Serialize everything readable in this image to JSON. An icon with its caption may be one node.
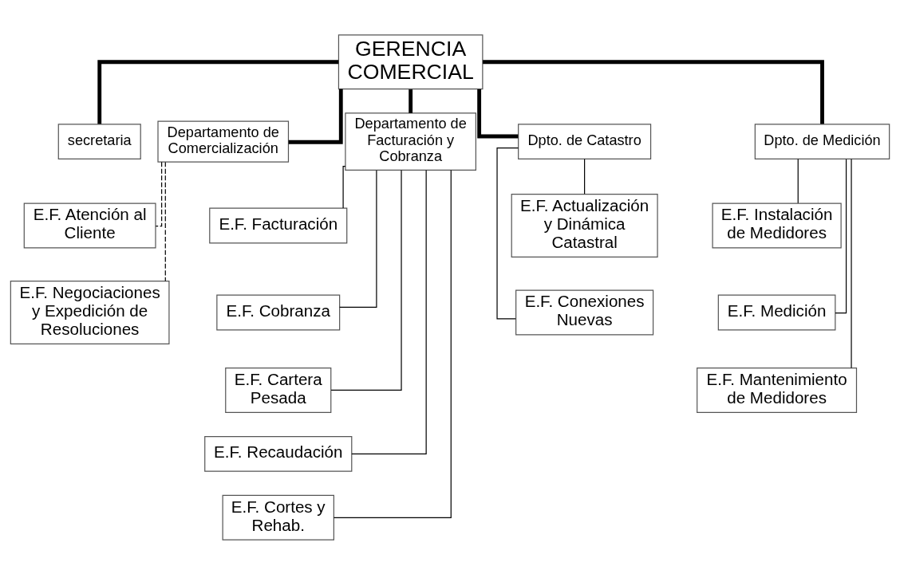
{
  "diagram": {
    "nodes": [
      {
        "text": [
          "GERENCIA COMERCIAL"
        ]
      },
      {
        "text": [
          "secretaria"
        ]
      },
      {
        "text": [
          "Departamento de Comercialización"
        ]
      },
      {
        "text": [
          "Departamento de Facturación y Cobranza"
        ]
      },
      {
        "text": [
          "Dpto. de Catastro"
        ]
      },
      {
        "text": [
          "Dpto. de Medición"
        ]
      },
      {
        "text": [
          "E.F. Atención al Cliente"
        ]
      },
      {
        "text": [
          "E.F. Negociaciones y Expedición de Resoluciones"
        ]
      },
      {
        "text": [
          "E.F. Facturación"
        ]
      },
      {
        "text": [
          "E.F. Cobranza"
        ]
      },
      {
        "text": [
          "E.F. Cartera Pesada"
        ]
      },
      {
        "text": [
          "E.F. Recaudación"
        ]
      },
      {
        "text": [
          "E.F. Cortes y Rehab."
        ]
      },
      {
        "text": [
          "E.F. Actualización y Dinámica Catastral"
        ]
      },
      {
        "text": [
          "E.F. Conexiones Nuevas"
        ]
      },
      {
        "text": [
          "E.F. Instalación de Medidores"
        ]
      },
      {
        "text": [
          "E.F. Medición"
        ]
      },
      {
        "text": [
          "E.F. Mantenimiento de Medidores"
        ]
      }
    ],
    "edges": [
      {
        "from": 0,
        "to": 1,
        "arrow": "none",
        "style": "thick"
      },
      {
        "from": 0,
        "to": 2,
        "arrow": "none",
        "style": "thick"
      },
      {
        "from": 0,
        "to": 3,
        "arrow": "none",
        "style": "thick"
      },
      {
        "from": 0,
        "to": 4,
        "arrow": "none",
        "style": "thick"
      },
      {
        "from": 0,
        "to": 5,
        "arrow": "none",
        "style": "thick"
      },
      {
        "from": 2,
        "to": 6,
        "arrow": "none",
        "style": "dashed"
      },
      {
        "from": 2,
        "to": 7,
        "arrow": "none",
        "style": "dashed"
      },
      {
        "from": 3,
        "to": 8,
        "arrow": "none"
      },
      {
        "from": 3,
        "to": 9,
        "arrow": "none"
      },
      {
        "from": 3,
        "to": 10,
        "arrow": "none"
      },
      {
        "from": 3,
        "to": 11,
        "arrow": "none"
      },
      {
        "from": 3,
        "to": 12,
        "arrow": "none"
      },
      {
        "from": 4,
        "to": 13,
        "arrow": "none"
      },
      {
        "from": 4,
        "to": 14,
        "arrow": "none"
      },
      {
        "from": 5,
        "to": 15,
        "arrow": "none"
      },
      {
        "from": 5,
        "to": 16,
        "arrow": "none"
      },
      {
        "from": 5,
        "to": 17,
        "arrow": "none"
      }
    ]
  }
}
